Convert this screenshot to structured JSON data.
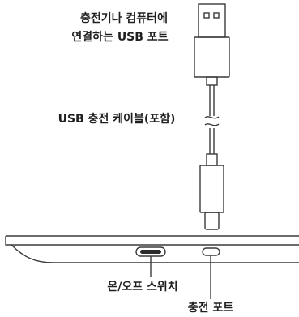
{
  "labels": {
    "usb_port_line1": "충전기나 컴퓨터에",
    "usb_port_line2": "연결하는 USB 포트",
    "cable": "USB 충전 케이블(포함)",
    "power_switch": "온/오프 스위치",
    "charging_port": "충전 포트"
  },
  "icons": {
    "usb_a_plug": "usb-a-plug-icon",
    "usb_c_plug": "usb-c-plug-icon",
    "cable_break": "cable-break-icon",
    "device": "e-reader-device-icon"
  },
  "colors": {
    "stroke": "#3a3a3a",
    "text": "#1f1f1f",
    "switch_fill": "#2b2b2b",
    "background": "#ffffff"
  }
}
